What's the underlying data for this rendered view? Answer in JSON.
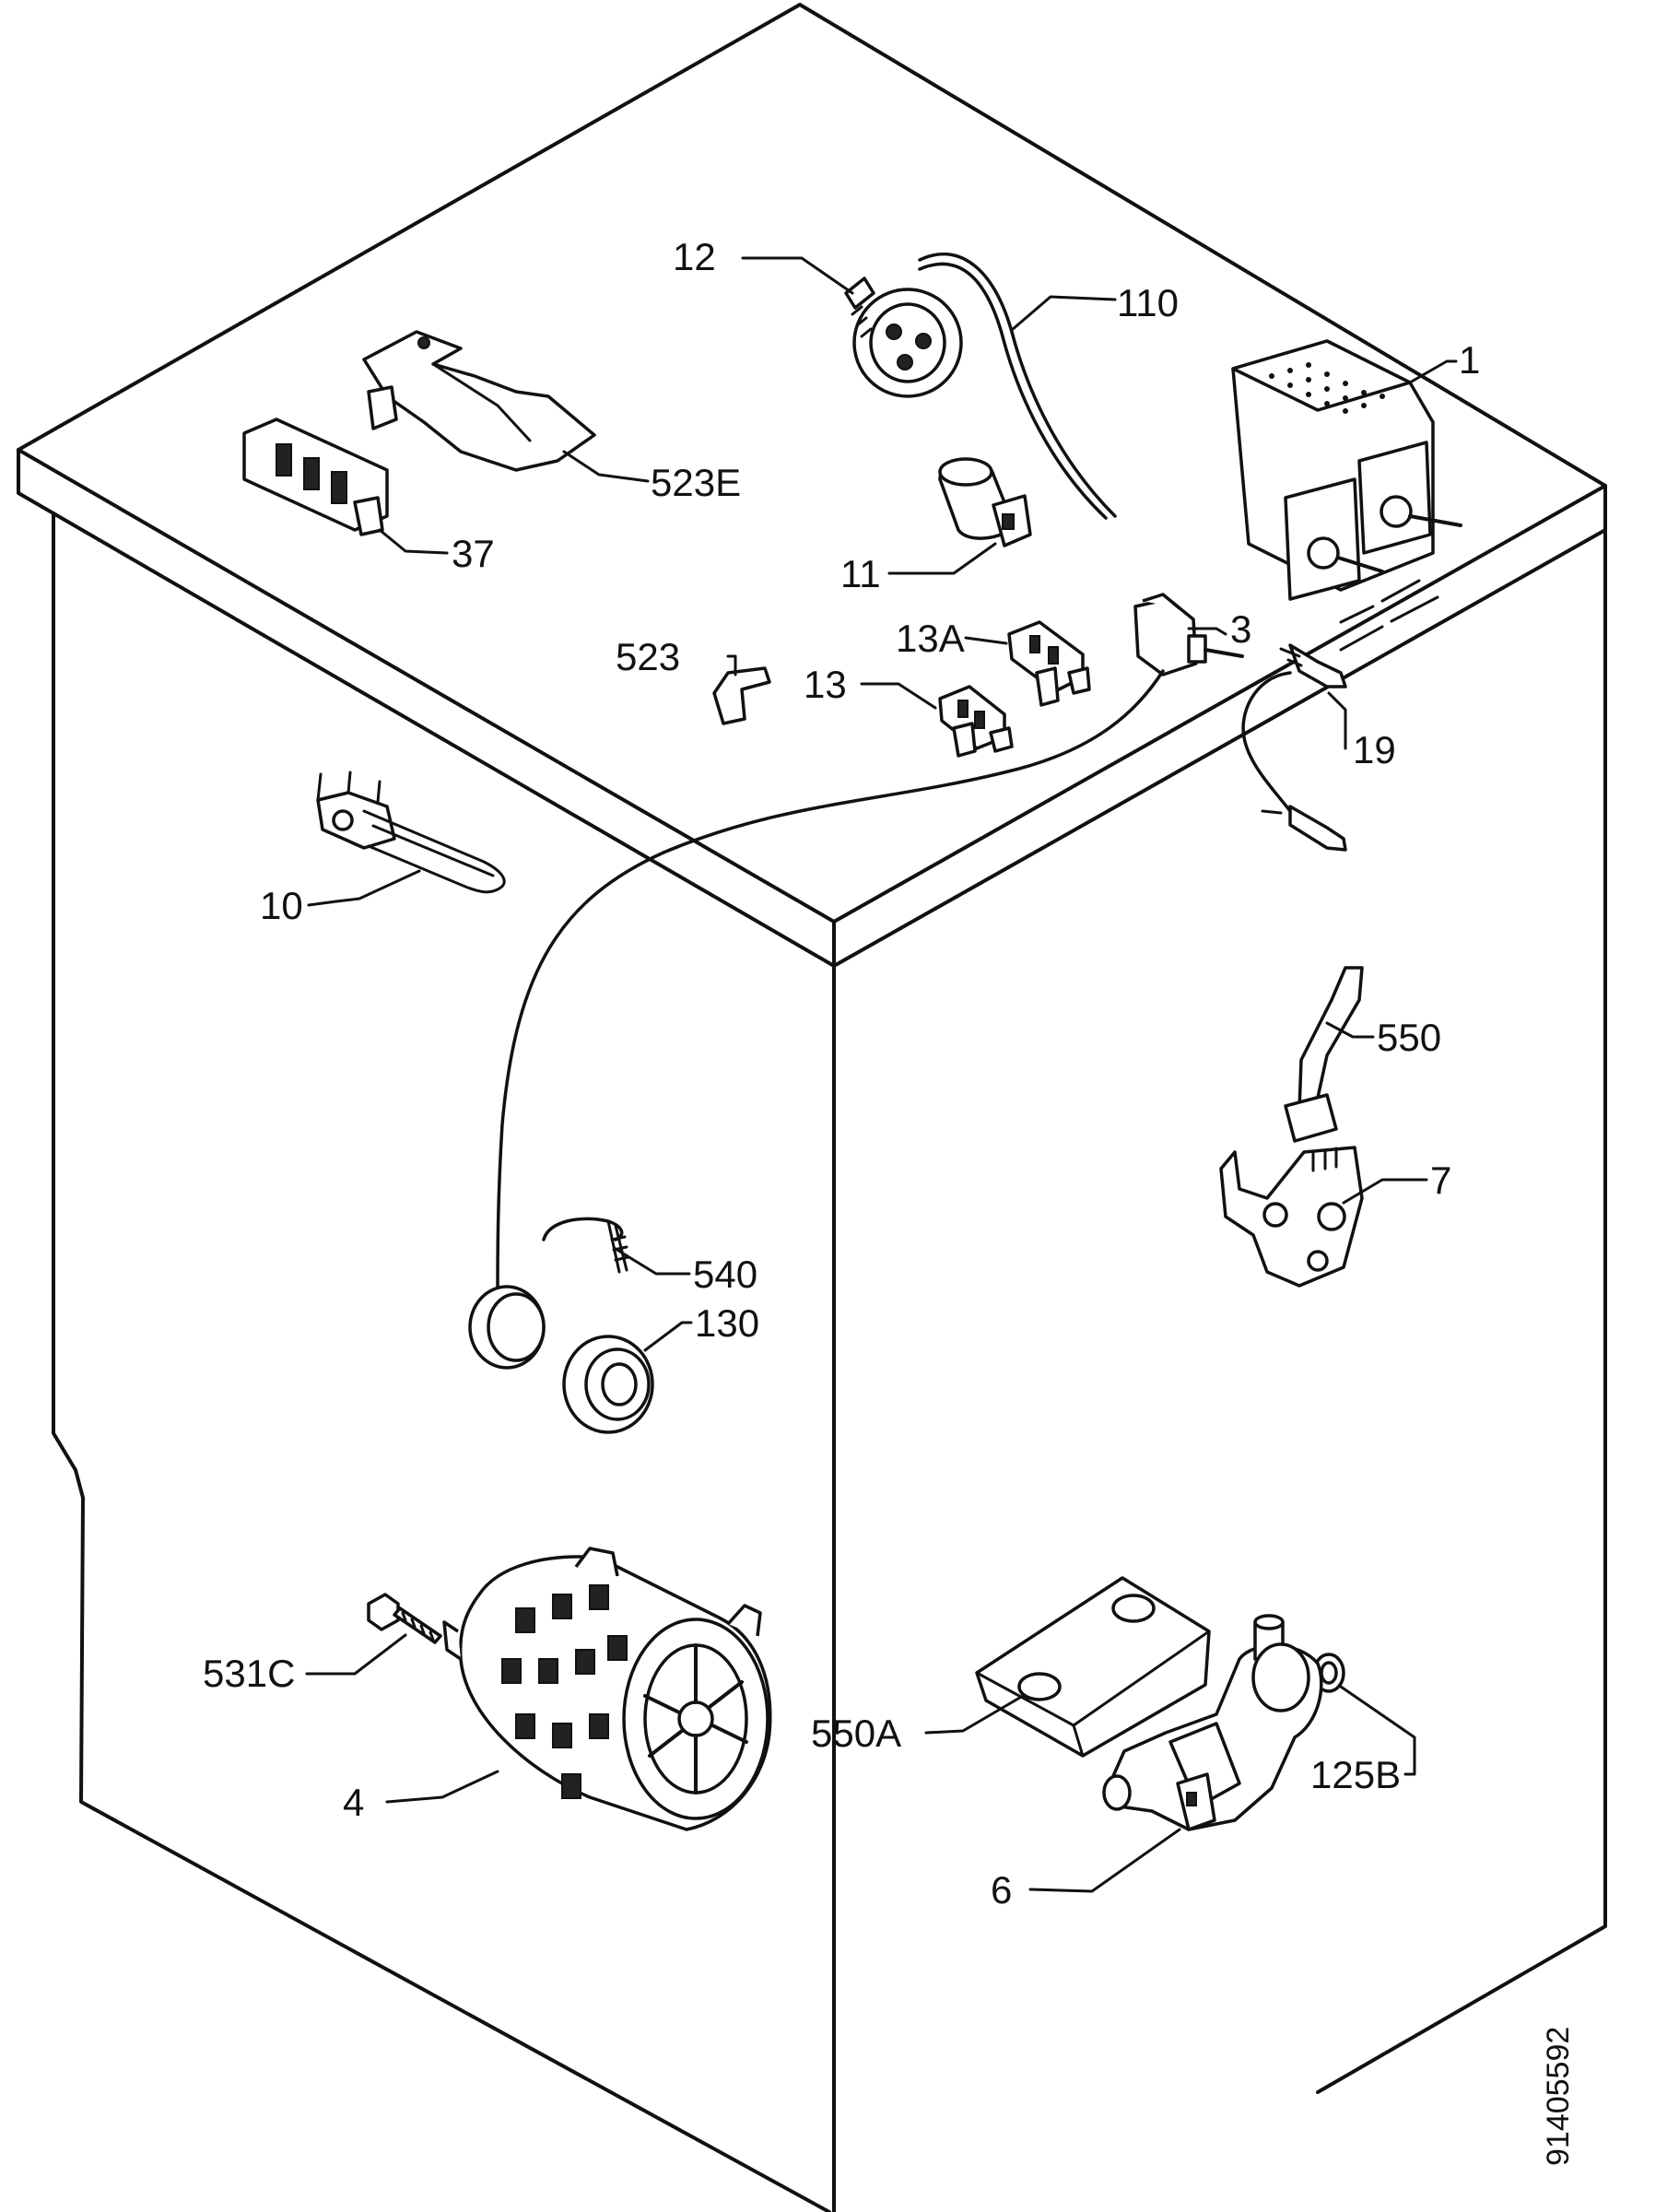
{
  "parts": [
    {
      "id": "p12",
      "label": "12",
      "icon": "pressure-switch-icon"
    },
    {
      "id": "p110",
      "label": "110",
      "icon": "hose-icon"
    },
    {
      "id": "p1",
      "label": "1",
      "icon": "timer-programmer-icon"
    },
    {
      "id": "p523e",
      "label": "523E",
      "icon": "bracket-icon"
    },
    {
      "id": "p37",
      "label": "37",
      "icon": "terminal-block-icon"
    },
    {
      "id": "p11",
      "label": "11",
      "icon": "capacitor-icon"
    },
    {
      "id": "p523",
      "label": "523",
      "icon": "clip-icon"
    },
    {
      "id": "p13a",
      "label": "13A",
      "icon": "connector-icon"
    },
    {
      "id": "p13",
      "label": "13",
      "icon": "connector-icon"
    },
    {
      "id": "p3",
      "label": "3",
      "icon": "switch-icon"
    },
    {
      "id": "p19",
      "label": "19",
      "icon": "thermostat-probe-icon"
    },
    {
      "id": "p10",
      "label": "10",
      "icon": "heating-element-icon"
    },
    {
      "id": "p550",
      "label": "550",
      "icon": "door-lever-icon"
    },
    {
      "id": "p7",
      "label": "7",
      "icon": "door-interlock-icon"
    },
    {
      "id": "p540",
      "label": "540",
      "icon": "retaining-spring-icon"
    },
    {
      "id": "p130",
      "label": "130",
      "icon": "grommet-icon"
    },
    {
      "id": "p531c",
      "label": "531C",
      "icon": "screw-icon"
    },
    {
      "id": "p4",
      "label": "4",
      "icon": "motor-icon"
    },
    {
      "id": "p550a",
      "label": "550A",
      "icon": "cover-icon"
    },
    {
      "id": "p125b",
      "label": "125B",
      "icon": "gasket-ring-icon"
    },
    {
      "id": "p6",
      "label": "6",
      "icon": "drain-pump-icon"
    }
  ],
  "drawing_code": "91405592"
}
